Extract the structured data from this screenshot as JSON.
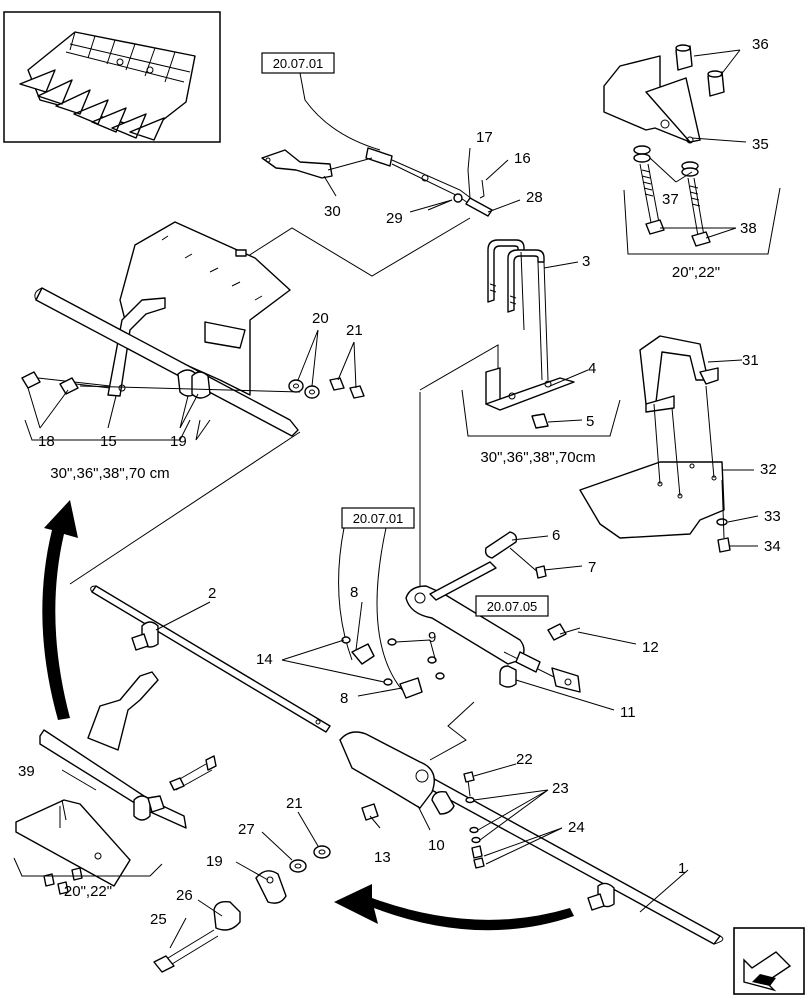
{
  "refs": {
    "top": "20.07.01",
    "left_hose": "20.07.01",
    "cylinder": "20.07.05"
  },
  "variant_labels": {
    "top_right": "20\",22\"",
    "upper_left": "30\",36\",38\",70 cm",
    "middle": "30\",36\",38\",70cm",
    "lower_left": "20\",22\""
  },
  "callouts": {
    "n1": "1",
    "n2": "2",
    "n3": "3",
    "n4": "4",
    "n5": "5",
    "n6": "6",
    "n7": "7",
    "n8a": "8",
    "n8b": "8",
    "n9": "9",
    "n10": "10",
    "n11": "11",
    "n12": "12",
    "n13": "13",
    "n14": "14",
    "n15": "15",
    "n16": "16",
    "n17": "17",
    "n18": "18",
    "n19a": "19",
    "n19b": "19",
    "n20": "20",
    "n21a": "21",
    "n21b": "21",
    "n22": "22",
    "n23": "23",
    "n24": "24",
    "n25": "25",
    "n26": "26",
    "n27": "27",
    "n28": "28",
    "n29": "29",
    "n30": "30",
    "n31": "31",
    "n32": "32",
    "n33": "33",
    "n34": "34",
    "n35": "35",
    "n36": "36",
    "n37": "37",
    "n38": "38",
    "n39": "39"
  },
  "icons": {
    "thumbnail": "corn-header-thumbnail",
    "nav": "next-page-arrow-icon"
  }
}
